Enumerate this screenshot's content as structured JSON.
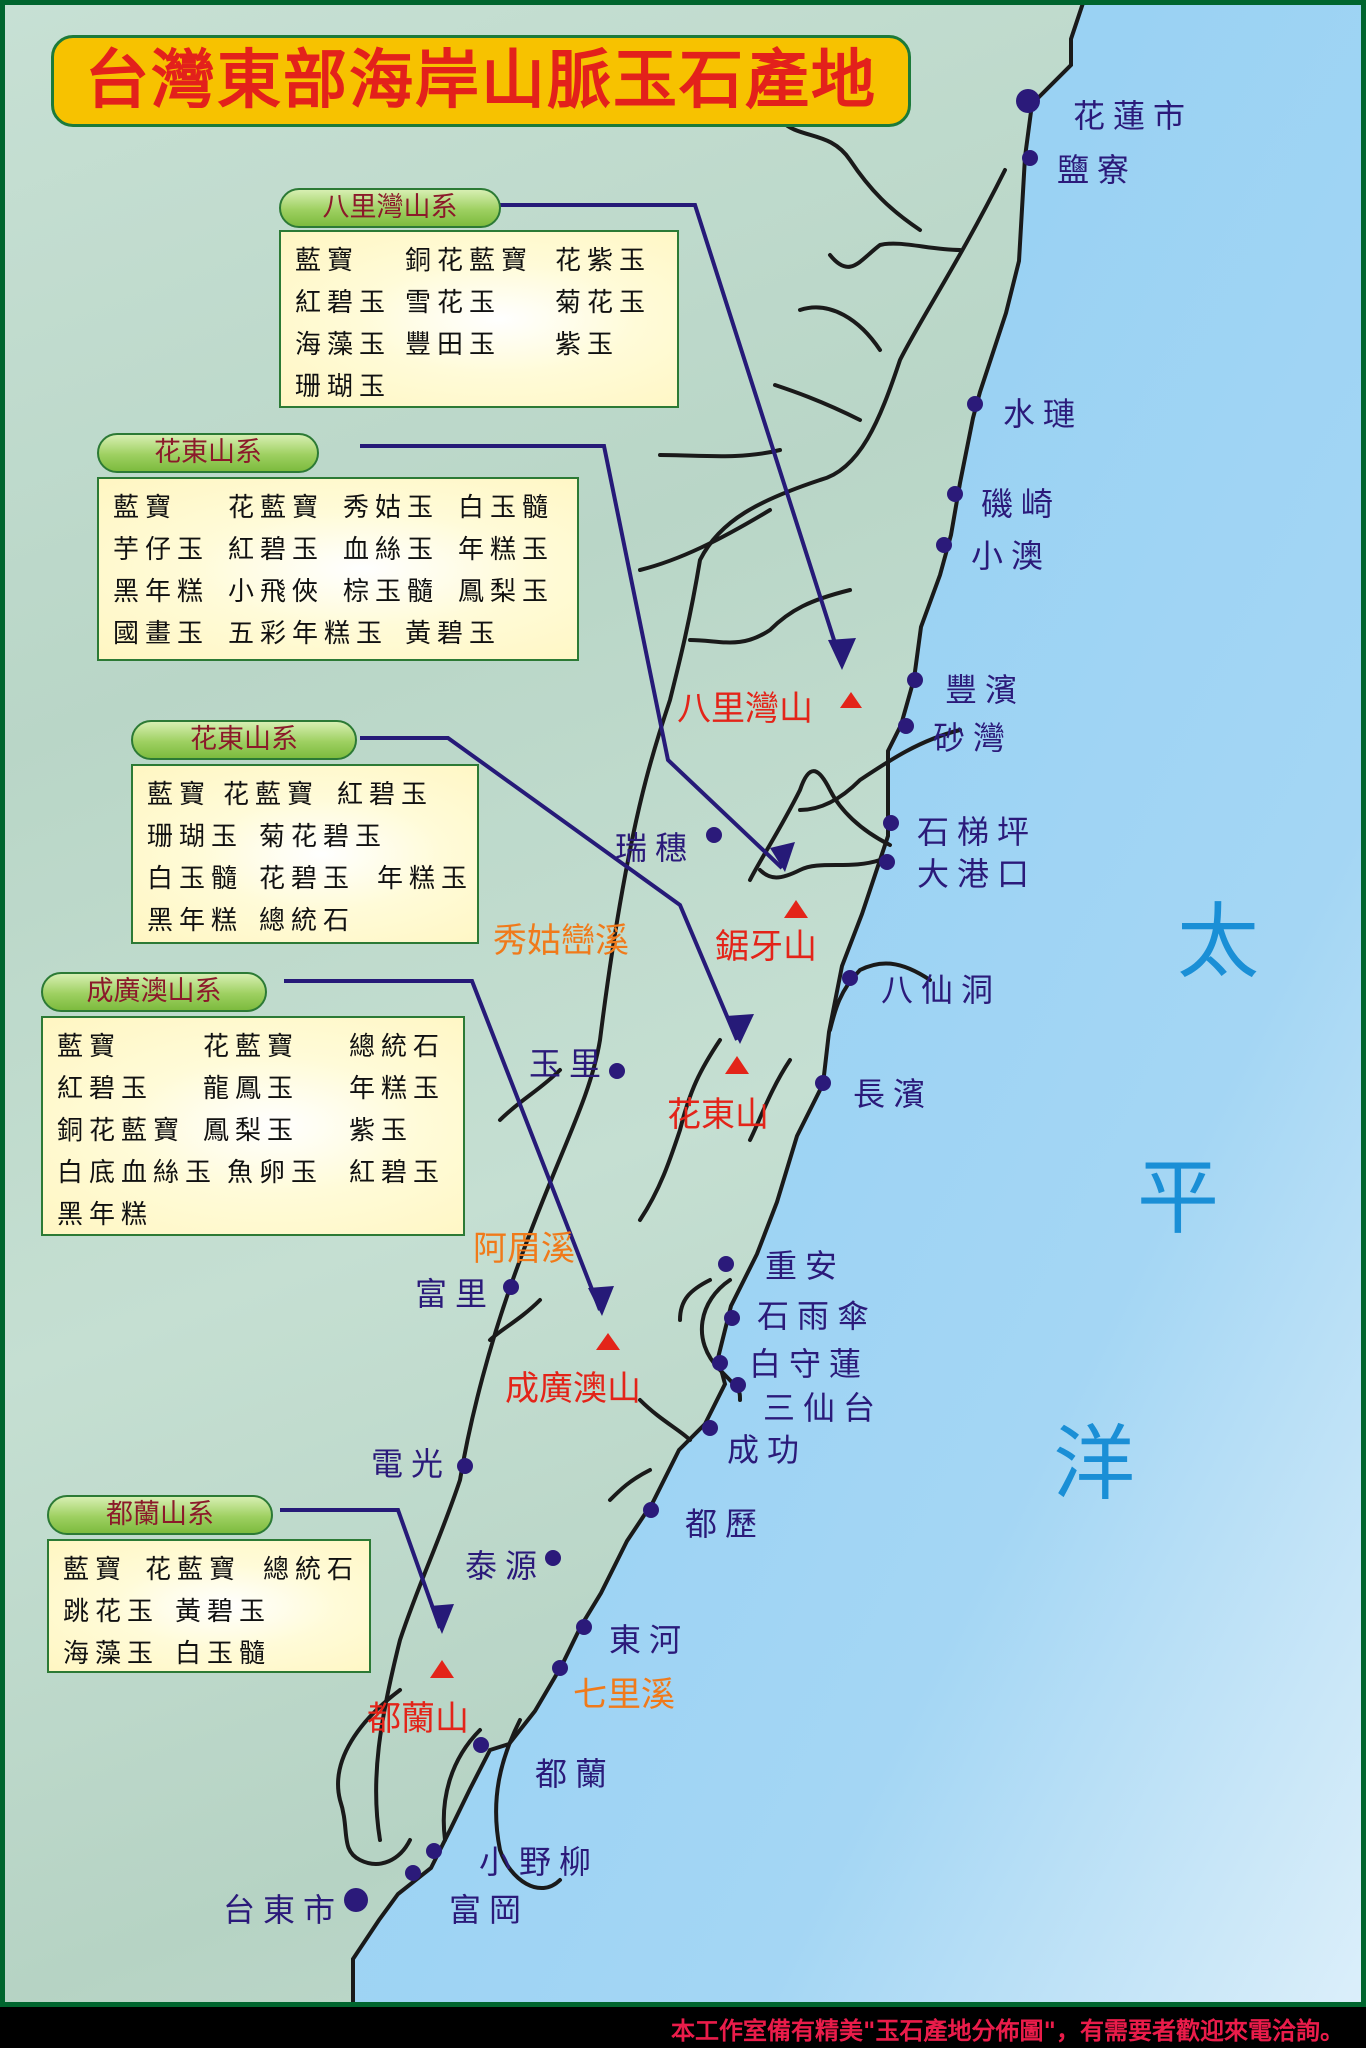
{
  "title": "台灣東部海岸山脈玉石產地",
  "colors": {
    "land": "#c0dccc",
    "ocean": "#93cff2",
    "border": "#00652e",
    "title_bg": "#f7c200",
    "title_text": "#e3211b",
    "town": "#2b1a7a",
    "mountain": "#e32419",
    "river": "#f07a1a",
    "arrow": "#261a78",
    "footer_text": "#ea1c4a"
  },
  "ranges": [
    {
      "name": "八里灣山系",
      "rows": [
        [
          "藍寶",
          "銅花藍寶",
          "花紫玉"
        ],
        [
          "紅碧玉",
          "雪花玉",
          "菊花玉"
        ],
        [
          "海藻玉",
          "豐田玉",
          "紫玉"
        ],
        [
          "珊瑚玉"
        ]
      ]
    },
    {
      "name": "花東山系",
      "rows": [
        [
          "藍寶",
          "花藍寶",
          "秀姑玉",
          "白玉髓"
        ],
        [
          "芋仔玉",
          "紅碧玉",
          "血絲玉",
          "年糕玉"
        ],
        [
          "黑年糕",
          "小飛俠",
          "棕玉髓",
          "鳳梨玉"
        ],
        [
          "國畫玉",
          "五彩年糕玉",
          "黃碧玉"
        ]
      ]
    },
    {
      "name": "花東山系",
      "rows": [
        [
          "藍寶",
          "花藍寶",
          "紅碧玉"
        ],
        [
          "珊瑚玉",
          "菊花碧玉"
        ],
        [
          "白玉髓",
          "花碧玉",
          "年糕玉"
        ],
        [
          "黑年糕",
          "總統石"
        ]
      ]
    },
    {
      "name": "成廣澳山系",
      "rows": [
        [
          "藍寶",
          "花藍寶",
          "總統石"
        ],
        [
          "紅碧玉",
          "龍鳳玉",
          "年糕玉"
        ],
        [
          "銅花藍寶",
          "鳳梨玉",
          "紫玉"
        ],
        [
          "白底血絲玉",
          "魚卵玉",
          "紅碧玉"
        ],
        [
          "黑年糕"
        ]
      ]
    },
    {
      "name": "都蘭山系",
      "rows": [
        [
          "藍寶",
          "花藍寶",
          "總統石"
        ],
        [
          "跳花玉",
          "黃碧玉"
        ],
        [
          "海藻玉",
          "白玉髓"
        ]
      ]
    }
  ],
  "mountains": [
    "八里灣山",
    "鋸牙山",
    "花東山",
    "成廣澳山",
    "都蘭山"
  ],
  "rivers": [
    "秀姑巒溪",
    "阿眉溪",
    "七里溪"
  ],
  "towns": {
    "hualien": "花蓮市",
    "yanliao": "鹽寮",
    "shuilian": "水璉",
    "jiqi": "磯崎",
    "xiaoao": "小澳",
    "fengbin": "豐濱",
    "shawan": "砂灣",
    "ruisui": "瑞穗",
    "shitiping": "石梯坪",
    "dagangkou": "大港口",
    "baxiandong": "八仙洞",
    "yuli": "玉里",
    "changbin": "長濱",
    "chongan": "重安",
    "fuli": "富里",
    "shiyusan": "石雨傘",
    "baishoulian": "白守蓮",
    "sanxiantai": "三仙台",
    "chenggong": "成功",
    "dianguang": "電光",
    "duli": "都歷",
    "taiyuan": "泰源",
    "donghe": "東河",
    "dulan": "都蘭",
    "xiaoyeliu": "小野柳",
    "taitung": "台東市",
    "fugang": "富岡"
  },
  "ocean": [
    "太",
    "平",
    "洋"
  ],
  "footer": "本工作室備有精美\"玉石產地分佈圖\"，有需要者歡迎來電洽詢。"
}
